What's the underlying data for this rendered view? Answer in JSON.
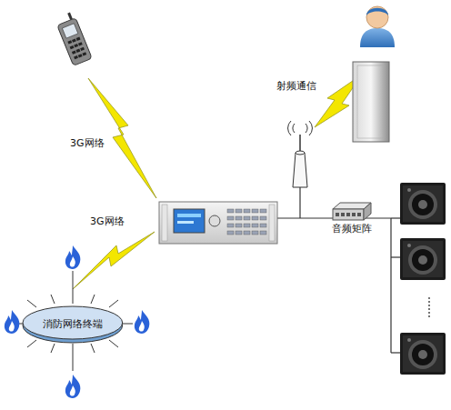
{
  "diagram": {
    "nodes": [
      {
        "text": [
          "消防网络终端"
        ]
      },
      {
        "text": [
          "音频矩阵"
        ]
      }
    ],
    "labels": [
      "3G网络",
      "3G网络",
      "射频通信"
    ]
  }
}
